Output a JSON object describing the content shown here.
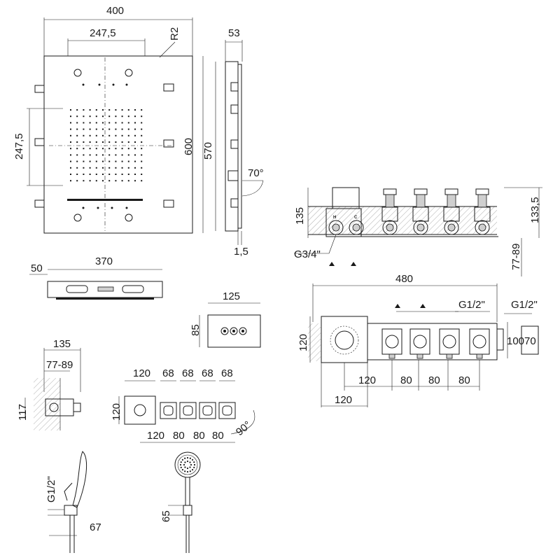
{
  "panel_front": {
    "width": "400",
    "inner_width": "247,5",
    "radius": "R2",
    "height": "600",
    "inner_height": "247,5"
  },
  "panel_side": {
    "depth": "53",
    "height": "570",
    "angle": "70°",
    "offset": "1,5"
  },
  "panel_top": {
    "margin": "50",
    "width": "370"
  },
  "control_plate": {
    "width": "125",
    "height": "85"
  },
  "valve_section": {
    "height_left": "135",
    "height_right": "133,5",
    "wall_range": "77-89",
    "inlet_thread": "G3/4\"",
    "hot_label": "H",
    "cold_label": "C"
  },
  "valve_plan": {
    "width": "480",
    "outlet_thread_a": "G1/2\"",
    "outlet_thread_b": "G1/2\"",
    "height": "120",
    "depth_a": "100",
    "depth_b": "70",
    "spacing_a": "120",
    "spacing_b": "80",
    "spacing_c": "80",
    "spacing_d": "80",
    "base_width": "120"
  },
  "wall_outlet": {
    "depth": "135",
    "wall_range": "77-89",
    "height": "117"
  },
  "cover_plates": {
    "main_width": "120",
    "small_width_1": "68",
    "small_width_2": "68",
    "small_width_3": "68",
    "small_width_4": "68",
    "height": "120",
    "spacing_1": "120",
    "spacing_2": "80",
    "spacing_3": "80",
    "spacing_4": "80",
    "angle": "90°"
  },
  "hand_shower": {
    "thread": "G1/2\"",
    "offset": "67",
    "holder_height": "65"
  }
}
